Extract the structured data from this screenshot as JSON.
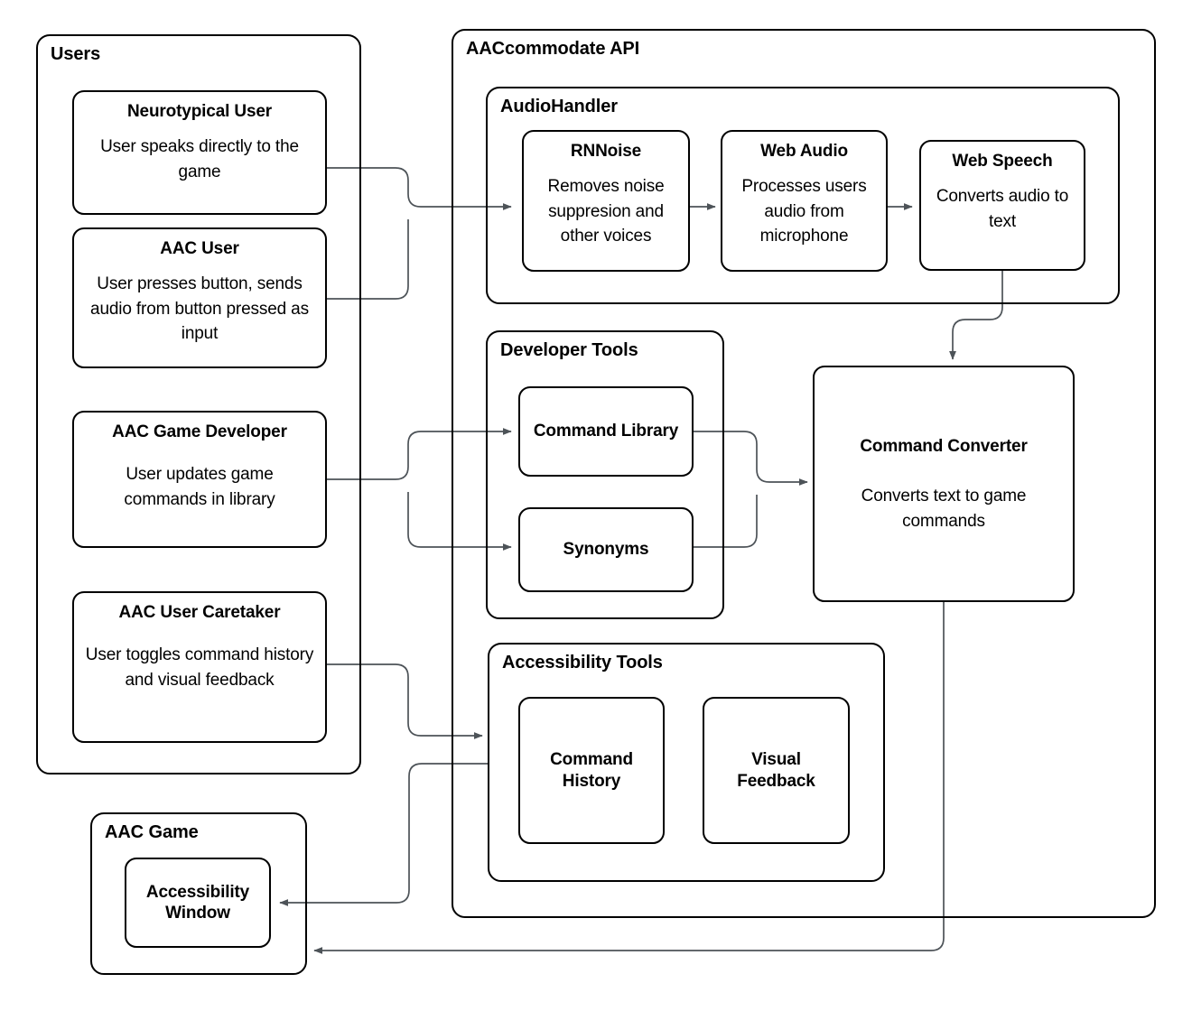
{
  "diagram": {
    "type": "architecture-block-diagram",
    "groups": {
      "users": {
        "title": "Users"
      },
      "api": {
        "title": "AACcommodate API"
      },
      "audio_handler": {
        "title": "AudioHandler"
      },
      "developer_tools": {
        "title": "Developer Tools"
      },
      "accessibility_tools": {
        "title": "Accessibility Tools"
      },
      "aac_game": {
        "title": "AAC Game"
      }
    },
    "nodes": {
      "neurotypical_user": {
        "title": "Neurotypical User",
        "desc": "User speaks directly to the game"
      },
      "aac_user": {
        "title": "AAC User",
        "desc": "User presses button, sends audio from button pressed as input"
      },
      "aac_game_developer": {
        "title": "AAC Game Developer",
        "desc": "User updates game commands in library"
      },
      "aac_user_caretaker": {
        "title": "AAC User Caretaker",
        "desc": "User toggles command history and visual feedback"
      },
      "rnnoise": {
        "title": "RNNoise",
        "desc": "Removes noise suppresion and other voices"
      },
      "web_audio": {
        "title": "Web Audio",
        "desc": "Processes users audio from microphone"
      },
      "web_speech": {
        "title": "Web Speech",
        "desc": "Converts audio to text"
      },
      "command_library": {
        "title": "Command Library"
      },
      "synonyms": {
        "title": "Synonyms"
      },
      "command_converter": {
        "title": "Command Converter",
        "desc": "Converts text to game commands"
      },
      "command_history": {
        "title": "Command History"
      },
      "visual_feedback": {
        "title": "Visual Feedback"
      },
      "accessibility_window": {
        "title": "Accessibility Window"
      }
    },
    "edges": [
      {
        "from": "neurotypical_user",
        "to": "rnnoise"
      },
      {
        "from": "aac_user",
        "to": "rnnoise"
      },
      {
        "from": "rnnoise",
        "to": "web_audio"
      },
      {
        "from": "web_audio",
        "to": "web_speech"
      },
      {
        "from": "web_speech",
        "to": "command_converter"
      },
      {
        "from": "aac_game_developer",
        "to": "command_library"
      },
      {
        "from": "aac_game_developer",
        "to": "synonyms"
      },
      {
        "from": "command_library",
        "to": "command_converter"
      },
      {
        "from": "synonyms",
        "to": "command_converter"
      },
      {
        "from": "aac_user_caretaker",
        "to": "accessibility_tools"
      },
      {
        "from": "accessibility_tools",
        "to": "accessibility_window"
      },
      {
        "from": "command_converter",
        "to": "aac_game"
      }
    ],
    "colors": {
      "background": "#ffffff",
      "box_stroke": "#000000",
      "connector_stroke": "#4d5358",
      "text": "#000000"
    }
  }
}
